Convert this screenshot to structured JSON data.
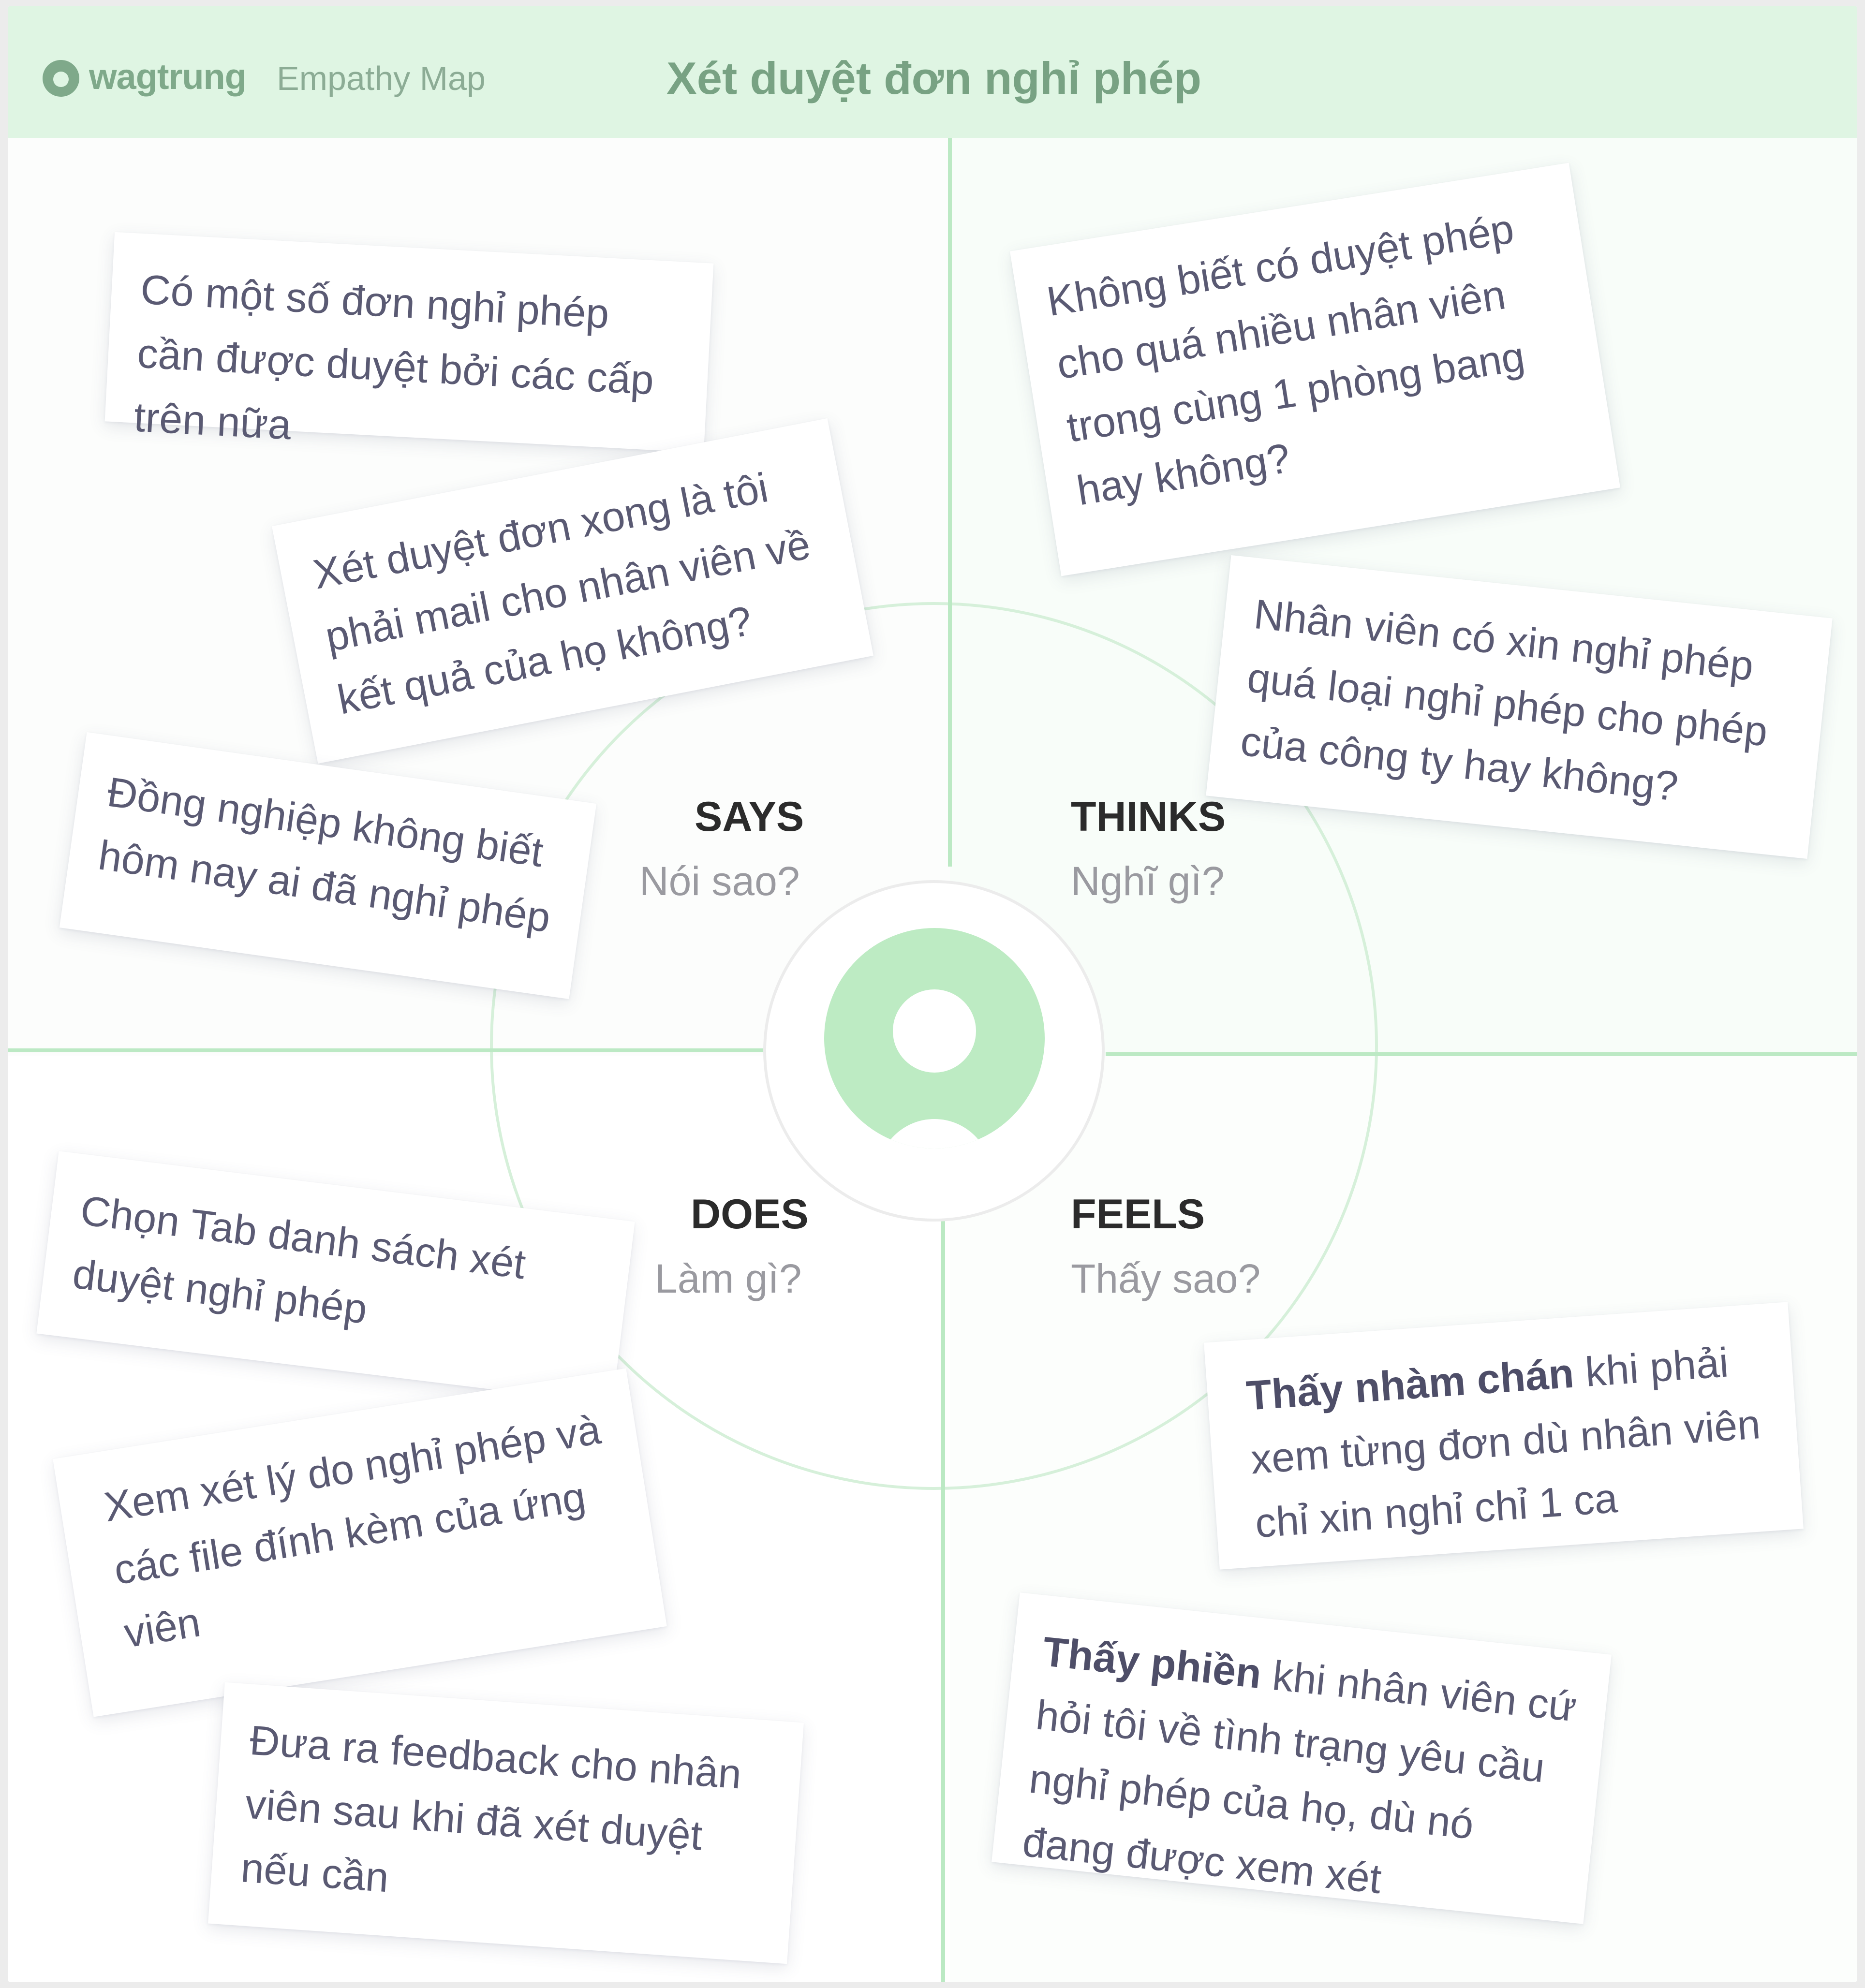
{
  "header": {
    "brand": "wagtrung",
    "product": "Empathy Map",
    "title": "Xét duyệt đơn nghỉ phép"
  },
  "quadrants": {
    "says": {
      "label": "SAYS",
      "question": "Nói sao?"
    },
    "thinks": {
      "label": "THINKS",
      "question": "Nghĩ gì?"
    },
    "does": {
      "label": "DOES",
      "question": "Làm gì?"
    },
    "feels": {
      "label": "FEELS",
      "question": "Thấy sao?"
    }
  },
  "notes": {
    "says": [
      "Có một số đơn nghỉ phép cần được duyệt bởi các cấp trên nữa",
      "Xét duyệt đơn xong là tôi phải mail cho nhân viên về kết quả của họ không?",
      "Đồng nghiệp không biết hôm nay ai đã nghỉ phép"
    ],
    "thinks": [
      "Không biết có duyệt phép cho quá nhiều nhân viên trong cùng 1 phòng bang hay không?",
      "Nhân viên có xin nghỉ phép quá loại nghỉ phép cho phép của công ty hay không?"
    ],
    "does": [
      "Chọn Tab danh sách xét duyệt nghỉ phép",
      "Xem xét lý do nghỉ phép và các file đính kèm của ứng viên",
      "Đưa ra feedback cho nhân viên sau khi đã xét duyệt nếu cần"
    ],
    "feels": [
      {
        "bold": "Thấy nhàm chán",
        "text": " khi phải xem từng đơn dù nhân viên chỉ xin nghỉ chỉ 1 ca"
      },
      {
        "bold": "Thấy phiền",
        "text": " khi nhân viên cứ hỏi tôi về tình trạng yêu cầu nghỉ phép của họ, dù nó đang được xem xét"
      }
    ]
  },
  "colors": {
    "header_bg": "#dff5e3",
    "accent_green": "#bdebc3",
    "divider": "#b9e9c1",
    "title_text": "#78a283",
    "note_text": "#5a5a73"
  },
  "icons": {
    "brand": "ring-logo-icon",
    "persona": "user-avatar-icon"
  }
}
